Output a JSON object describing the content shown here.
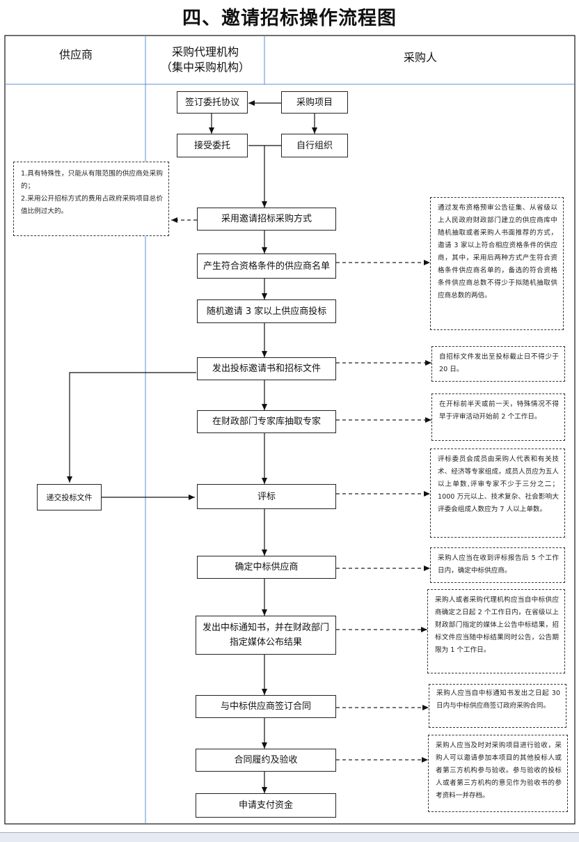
{
  "title": "四、邀请招标操作流程图",
  "lanes": {
    "supplier": "供应商",
    "agency_line1": "采购代理机构",
    "agency_line2": "（集中采购机构）",
    "purchaser": "采购人"
  },
  "boxes": {
    "sign_agreement": "签订委托协议",
    "purchase_project": "采购项目",
    "accept_commission": "接受委托",
    "self_organize": "自行组织",
    "invite_method": "采用邀请招标采购方式",
    "supplier_list": "产生符合资格条件的供应商名单",
    "random_invite": "随机邀请 3 家以上供应商投标",
    "issue_docs": "发出投标邀请书和招标文件",
    "draw_experts": "在财政部门专家库抽取专家",
    "submit_bid": "递交投标文件",
    "evaluation": "评标",
    "confirm_winner": "确定中标供应商",
    "notify_line1": "发出中标通知书，并在财政部门",
    "notify_line2": "指定媒体公布结果",
    "sign_contract": "与中标供应商签订合同",
    "performance": "合同履约及验收",
    "payment": "申请支付资金"
  },
  "notes": {
    "conditions": [
      "1.具有特殊性，只能从有限范围的供应商处采购的；",
      "2.采用公开招标方式的费用占政府采购项目总价值比例过大的。"
    ],
    "qualification": "通过发布资格预审公告征集、从省级以上人民政府财政部门建立的供应商库中随机抽取或者采购人书面推荐的方式，邀请 3 家以上符合相应资格条件的供应商，其中，采用后两种方式产生符合资格条件供应商名单的，备选的符合资格条件供应商总数不得少于拟随机抽取供应商总数的两倍。",
    "bid_period": "自招标文件发出至投标截止日不得少于 20 日。",
    "expert_draw": "在开标前半天或前一天，特殊情况不得早于评审活动开始前 2 个工作日。",
    "committee": "评标委员会成员由采购人代表和有关技术、经济等专家组成，成员人员应为五人以上单数,评审专家不少于三分之二；1000 万元以上、技术复杂、社会影响大评委会组成人数应为 7 人以上单数。",
    "confirm_days": "采购人应当在收到评标报告后 5 个工作日内，确定中标供应商。",
    "announce": "采购人或者采购代理机构应当自中标供应商确定之日起 2 个工作日内，在省级以上财政部门指定的媒体上公告中标结果，招标文件应当随中标结果同时公告，公告期限为 1 个工作日。",
    "contract_days": "采购人应当自中标通知书发出之日起 30 日内与中标供应商签订政府采购合同。",
    "acceptance": "采购人应当及时对采购项目进行验收，采购人可以邀请参加本项目的其他投标人或者第三方机构参与验收。参与验收的投标人或者第三方机构的意见作为验收书的参考资料一并存档。"
  }
}
